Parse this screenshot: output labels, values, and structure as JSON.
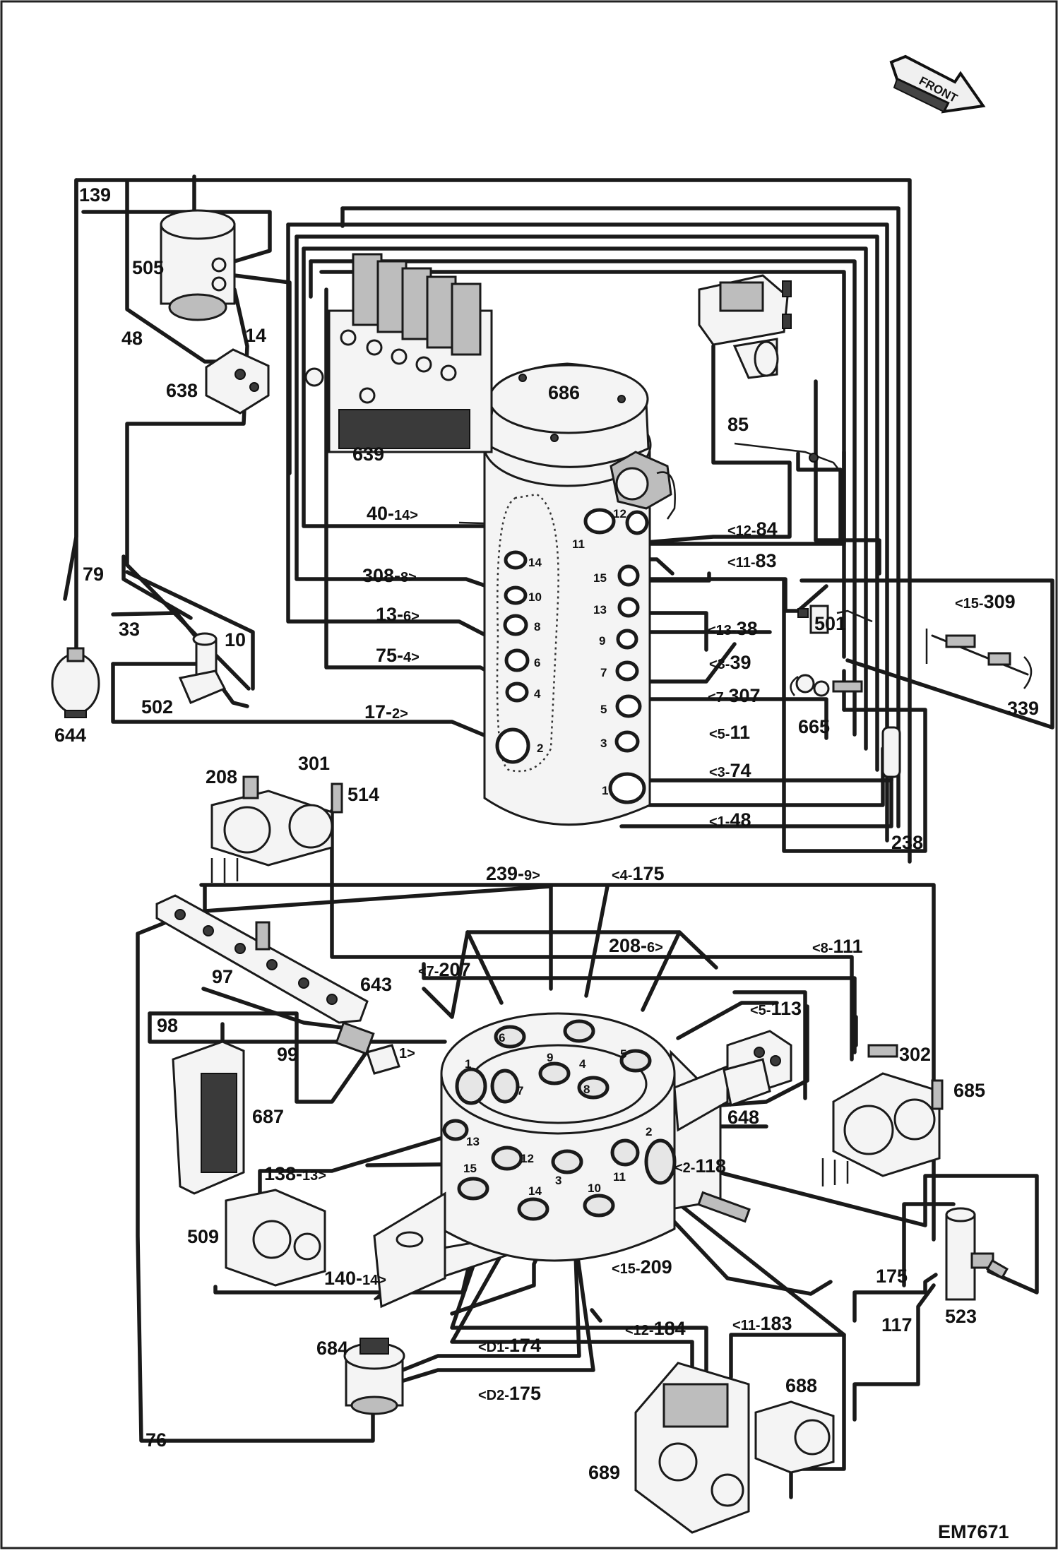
{
  "figure_code": "EM7671",
  "front_arrow_label": "FRONT",
  "components": {
    "c686": "686",
    "c639": "639",
    "c505": "505",
    "c638": "638",
    "c644": "644",
    "c502": "502",
    "c501": "501",
    "c339": "339",
    "c665": "665",
    "c238": "238",
    "c208": "208",
    "c301": "301",
    "c514": "514",
    "c643": "643",
    "c648": "648",
    "c302": "302",
    "c685": "685",
    "c687": "687",
    "c509": "509",
    "c523": "523",
    "c684": "684",
    "c688": "688",
    "c689": "689"
  },
  "line_numbers": {
    "n139": "139",
    "n48": "48",
    "n14": "14",
    "n79": "79",
    "n33": "33",
    "n10": "10",
    "n85": "85",
    "n97": "97",
    "n98": "98",
    "n99": "99",
    "n175": "175",
    "n117": "117",
    "n76": "76"
  },
  "upper_left_lines": [
    {
      "num": "40-",
      "port": "14>"
    },
    {
      "num": "308-",
      "port": "8>"
    },
    {
      "num": "13-",
      "port": "6>"
    },
    {
      "num": "75-",
      "port": "4>"
    },
    {
      "num": "17-",
      "port": "2>"
    }
  ],
  "upper_right_lines": [
    {
      "port": "<12-",
      "num": "84"
    },
    {
      "port": "<11-",
      "num": "83"
    },
    {
      "port": "<15-",
      "num": "309"
    },
    {
      "port": "<13-",
      "num": "38"
    },
    {
      "port": "<3-",
      "num": "39"
    },
    {
      "port": "<7-",
      "num": "307"
    },
    {
      "port": "<5-",
      "num": "11"
    },
    {
      "port": "<3-",
      "num": "74"
    },
    {
      "port": "<1-",
      "num": "48"
    }
  ],
  "upper_ports": [
    "14",
    "10",
    "8",
    "6",
    "4",
    "2",
    "12",
    "11",
    "15",
    "13",
    "9",
    "7",
    "5",
    "3",
    "1"
  ],
  "lower_lines": [
    {
      "num": "239-",
      "port": "9>"
    },
    {
      "port": "<4-",
      "num": "175"
    },
    {
      "num": "208-",
      "port": "6>"
    },
    {
      "port": "<8-",
      "num": "111"
    },
    {
      "port": "<7-",
      "num": "207"
    },
    {
      "port": "<5-",
      "num": "113"
    },
    {
      "port": "",
      "num": "",
      "tail": "1>"
    },
    {
      "port": "<2-",
      "num": "118"
    },
    {
      "num": "138-",
      "port": "13>"
    },
    {
      "num": "140-",
      "port": "14>"
    },
    {
      "port": "<15-",
      "num": "209"
    },
    {
      "port": "<12-",
      "num": "184"
    },
    {
      "port": "<11-",
      "num": "183"
    },
    {
      "port": "<D1-",
      "num": "174"
    },
    {
      "port": "<D2-",
      "num": "175"
    }
  ],
  "lower_ports": [
    "6",
    "9",
    "4",
    "5",
    "1",
    "7",
    "8",
    "13",
    "12",
    "3",
    "11",
    "2",
    "15",
    "14",
    "10"
  ]
}
